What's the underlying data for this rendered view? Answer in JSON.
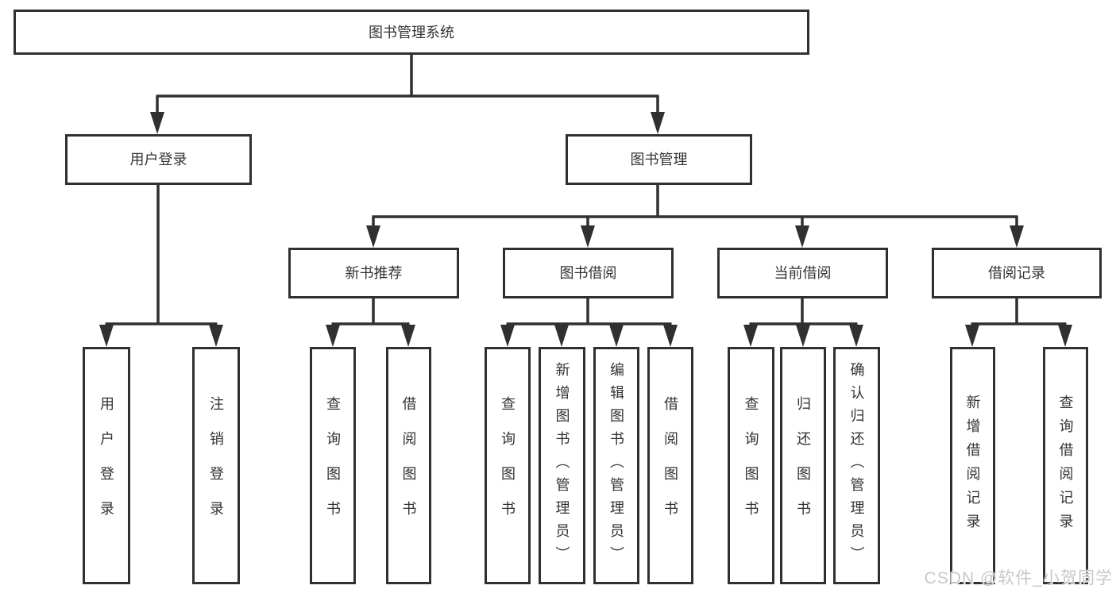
{
  "nodes": {
    "root": "图书管理系统",
    "user_login": "用户登录",
    "book_management": "图书管理",
    "new_book_recommend": "新书推荐",
    "book_borrow": "图书借阅",
    "current_borrow": "当前借阅",
    "borrow_records": "借阅记录",
    "leaves": {
      "user_login": [
        "用户登录",
        "注销登录"
      ],
      "new_book_recommend": [
        "查询图书",
        "借阅图书"
      ],
      "book_borrow": [
        "查询图书",
        "新增图书（管理员）",
        "编辑图书（管理员）",
        "借阅图书"
      ],
      "current_borrow": [
        "查询图书",
        "归还图书",
        "确认归还（管理员）"
      ],
      "borrow_records": [
        "新增借阅记录",
        "查询借阅记录"
      ]
    }
  },
  "watermark": "CSDN @软件_小贺同学",
  "colors": {
    "line": "#303030",
    "text": "#333333",
    "watermark": "#c8c8c8"
  }
}
